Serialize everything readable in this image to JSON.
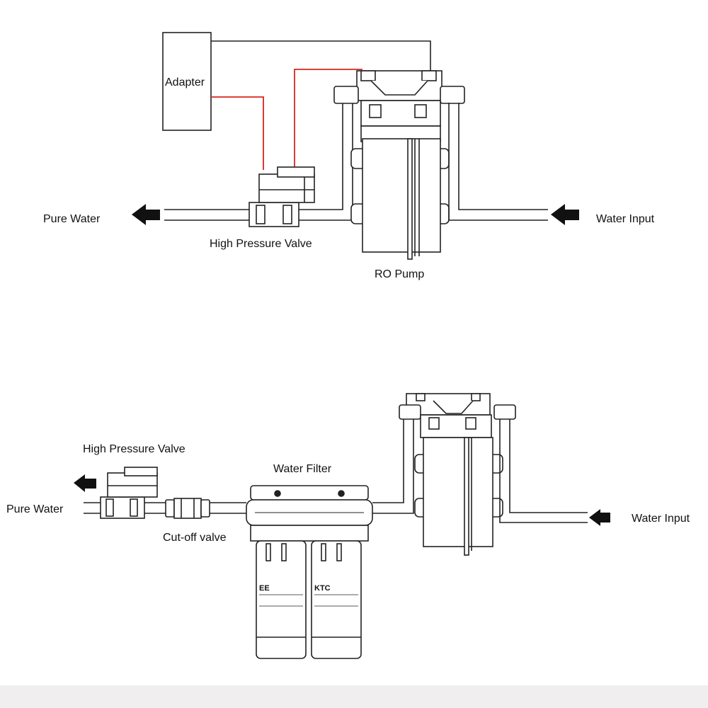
{
  "colors": {
    "line": "#222222",
    "wire_red": "#d8251f",
    "wire_dark": "#333333",
    "footer_band": "#f1eef0"
  },
  "top_diagram": {
    "adapter_label": "Adapter",
    "pure_water_label": "Pure Water",
    "high_pressure_valve_label": "High Pressure Valve",
    "ro_pump_label": "RO Pump",
    "water_input_label": "Water Input"
  },
  "bottom_diagram": {
    "high_pressure_valve_label": "High Pressure Valve",
    "pure_water_label": "Pure Water",
    "cutoff_valve_label": "Cut-off valve",
    "water_filter_label": "Water Filter",
    "water_input_label": "Water Input",
    "filter_left_code": "EE",
    "filter_right_code": "KTC"
  }
}
